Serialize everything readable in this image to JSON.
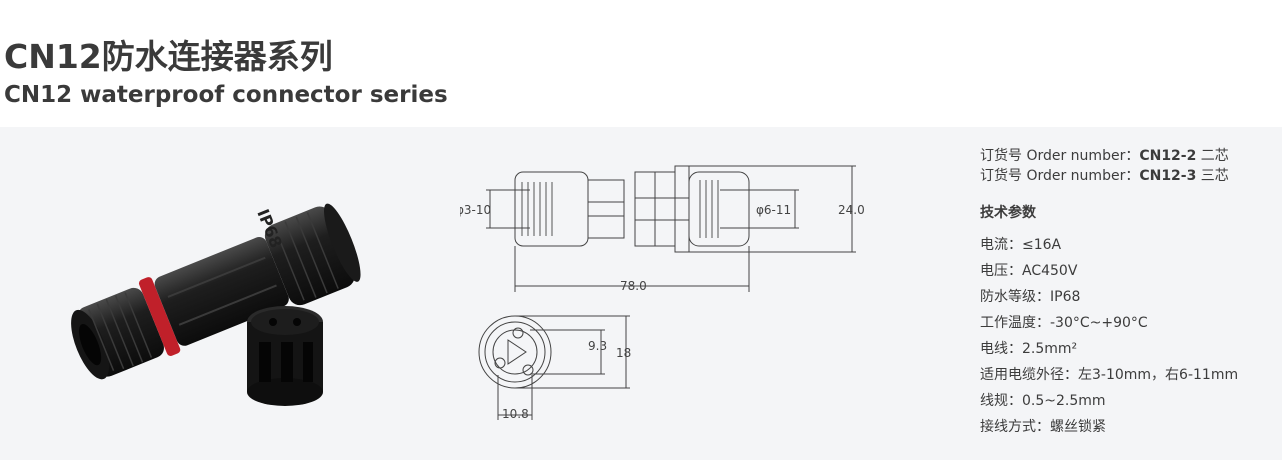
{
  "header": {
    "title_cn": "CN12防水连接器系列",
    "title_en": "CN12 waterproof connector series"
  },
  "photo": {
    "marking": "IP68"
  },
  "drawing": {
    "dim_left": "φ3-10",
    "dim_right": "φ6-11",
    "dim_height": "24.0",
    "dim_length": "78.0",
    "dim_face_inner": "9.3",
    "dim_face_outer": "18",
    "dim_face_width": "10.8"
  },
  "orders": [
    {
      "prefix": "订货号 Order number：",
      "code": "CN12-2",
      "suffix": " 二芯"
    },
    {
      "prefix": "订货号 Order number：",
      "code": "CN12-3",
      "suffix": " 三芯"
    }
  ],
  "specs_heading": "技术参数",
  "specs": [
    "电流：≤16A",
    "电压：AC450V",
    "防水等级：IP68",
    "工作温度：-30°C~+90°C",
    "电线：2.5mm²",
    "适用电缆外径：左3-10mm，右6-11mm",
    "线规：0.5~2.5mm",
    "接线方式：螺丝锁紧"
  ],
  "colors": {
    "panel": "#f4f5f7",
    "body_black": "#1c1c1c",
    "ring_red": "#c0202a",
    "title": "#3a3a3a"
  }
}
